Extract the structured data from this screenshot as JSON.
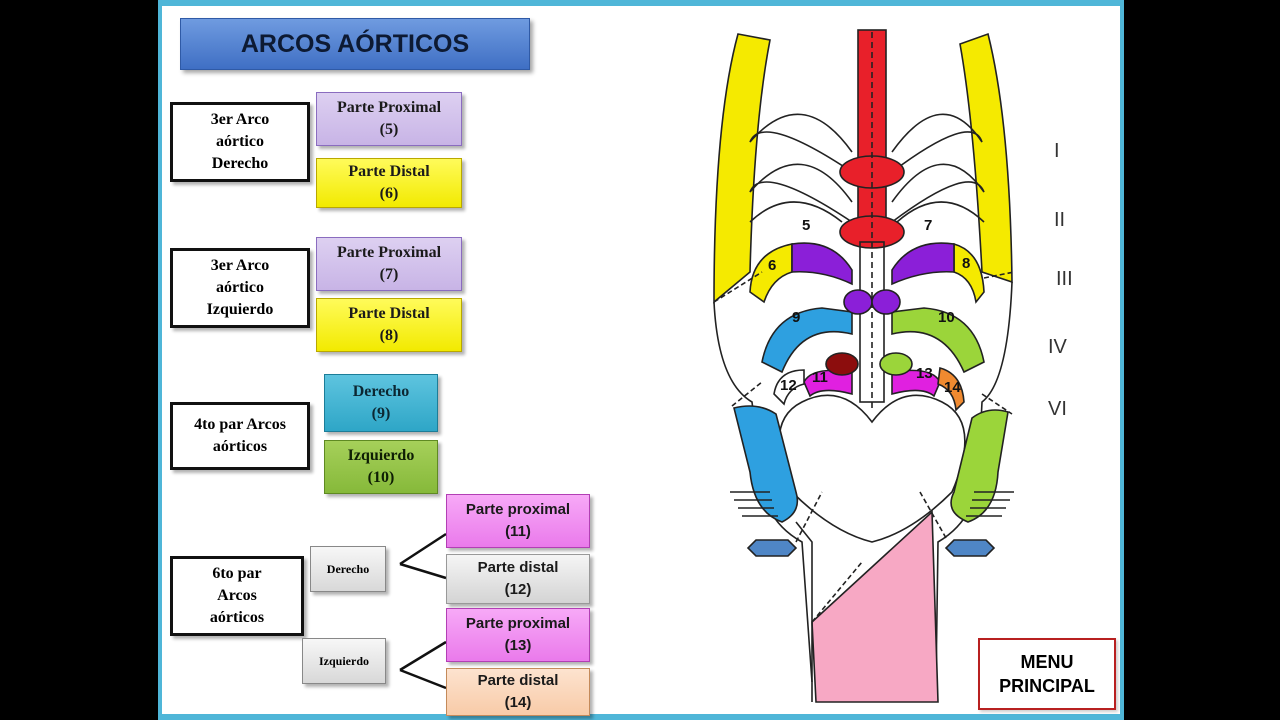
{
  "title": "ARCOS AÓRTICOS",
  "groups": [
    {
      "label": "3er Arco\naórtico\nDerecho",
      "items": [
        {
          "label": "Parte Proximal\n(5)"
        },
        {
          "label": "Parte Distal\n(6)"
        }
      ]
    },
    {
      "label": "3er Arco\naórtico\nIzquierdo",
      "items": [
        {
          "label": "Parte Proximal\n(7)"
        },
        {
          "label": "Parte Distal\n(8)"
        }
      ]
    },
    {
      "label": "4to par Arcos\naórticos",
      "items": [
        {
          "label": "Derecho\n(9)"
        },
        {
          "label": "Izquierdo\n(10)"
        }
      ]
    },
    {
      "label": "6to par\nArcos\naórticos",
      "sides": [
        {
          "label": "Derecho",
          "items": [
            {
              "label": "Parte proximal\n(11)"
            },
            {
              "label": "Parte distal\n(12)"
            }
          ]
        },
        {
          "label": "Izquierdo",
          "items": [
            {
              "label": "Parte proximal\n(13)"
            },
            {
              "label": "Parte distal\n(14)"
            }
          ]
        }
      ]
    }
  ],
  "diagram": {
    "roman": [
      "I",
      "II",
      "III",
      "IV",
      "VI"
    ],
    "numbers": [
      "5",
      "6",
      "7",
      "8",
      "9",
      "10",
      "11",
      "12",
      "13",
      "14"
    ],
    "colors": {
      "purple": "#8b1fd8",
      "yellow": "#f5ea00",
      "blue": "#2ea0e0",
      "green": "#9bd53a",
      "magenta": "#e020e0",
      "orange": "#f08a30",
      "red": "#e8202a",
      "pink": "#f7a8c4",
      "darkred": "#8c0d0d"
    }
  },
  "menu": {
    "label": "MENU\nPRINCIPAL"
  }
}
